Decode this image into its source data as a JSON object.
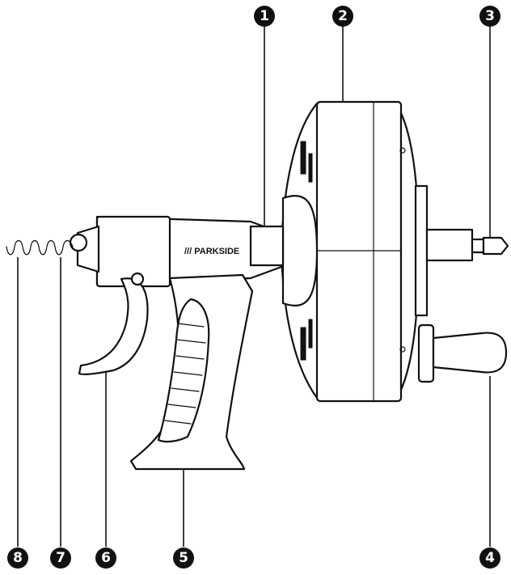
{
  "brand": "/// PARKSIDE",
  "callouts": [
    {
      "number": "1"
    },
    {
      "number": "2"
    },
    {
      "number": "3"
    },
    {
      "number": "4"
    },
    {
      "number": "5"
    },
    {
      "number": "6"
    },
    {
      "number": "7"
    },
    {
      "number": "8"
    }
  ]
}
